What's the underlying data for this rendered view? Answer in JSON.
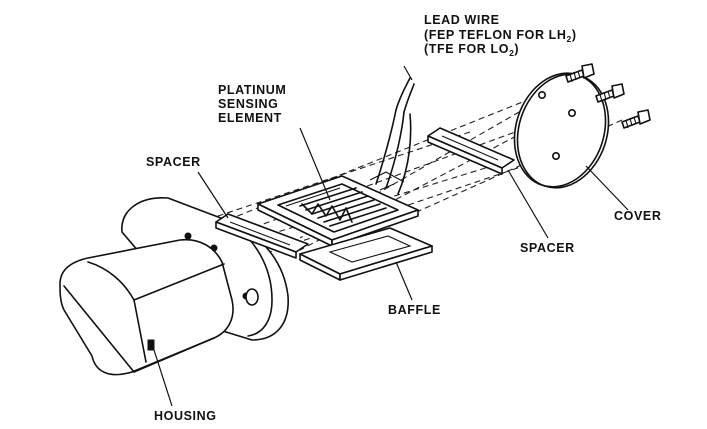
{
  "labels": {
    "lead_wire": "LEAD WIRE",
    "lead_wire_line2_prefix": "(FEP TEFLON FOR LH",
    "lead_wire_line2_sub": "2",
    "lead_wire_line2_suffix": ")",
    "lead_wire_line3_prefix": "(TFE FOR LO",
    "lead_wire_line3_sub": "2",
    "lead_wire_line3_suffix": ")",
    "platinum_line1": "PLATINUM",
    "platinum_line2": "SENSING",
    "platinum_line3": "ELEMENT",
    "spacer_left": "SPACER",
    "spacer_right": "SPACER",
    "cover": "COVER",
    "baffle": "BAFFLE",
    "housing": "HOUSING"
  }
}
